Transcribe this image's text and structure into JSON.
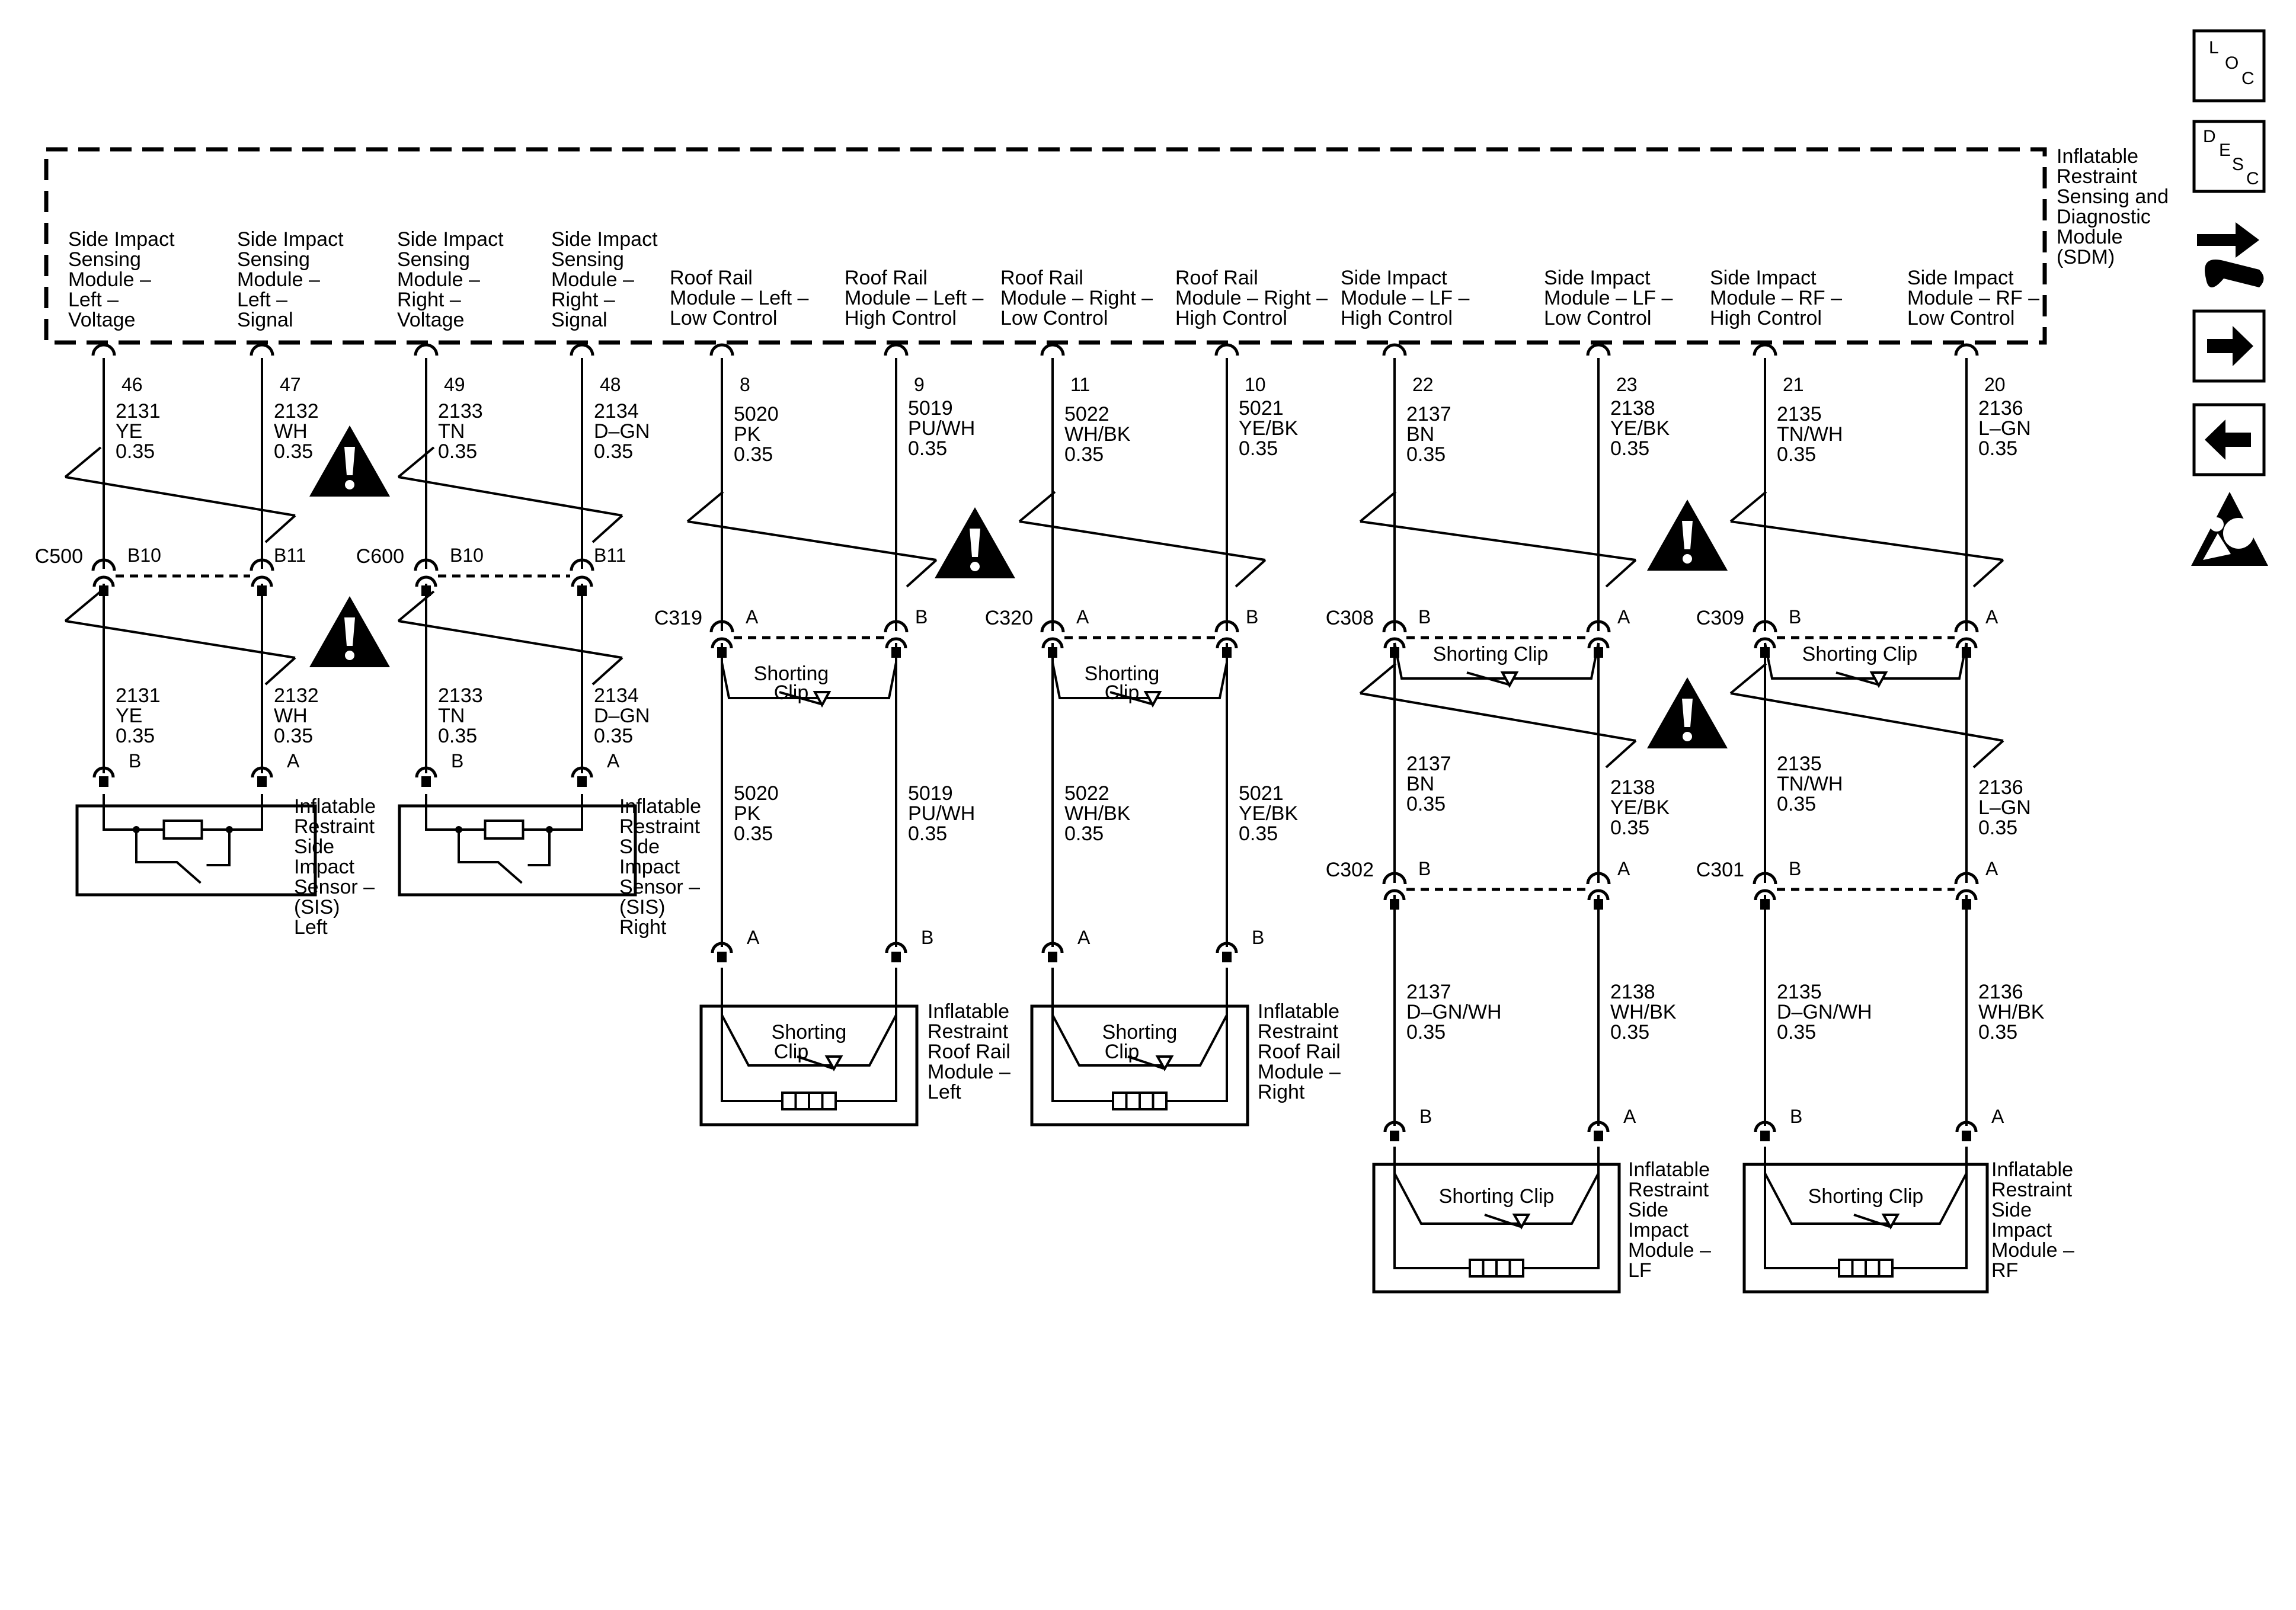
{
  "sdm": {
    "label": [
      "Inflatable",
      "Restraint",
      "Sensing and",
      "Diagnostic",
      "Module",
      "(SDM)"
    ]
  },
  "circuits": [
    {
      "label": [
        "Side Impact",
        "Sensing",
        "Module –",
        "Left –",
        "Voltage"
      ],
      "pin": "46",
      "w1": [
        "2131",
        "YE",
        "0.35"
      ],
      "w2": [
        "2131",
        "YE",
        "0.35"
      ]
    },
    {
      "label": [
        "Side Impact",
        "Sensing",
        "Module –",
        "Left –",
        "Signal"
      ],
      "pin": "47",
      "w1": [
        "2132",
        "WH",
        "0.35"
      ],
      "w2": [
        "2132",
        "WH",
        "0.35"
      ]
    },
    {
      "label": [
        "Side Impact",
        "Sensing",
        "Module –",
        "Right –",
        "Voltage"
      ],
      "pin": "49",
      "w1": [
        "2133",
        "TN",
        "0.35"
      ],
      "w2": [
        "2133",
        "TN",
        "0.35"
      ]
    },
    {
      "label": [
        "Side Impact",
        "Sensing",
        "Module –",
        "Right –",
        "Signal"
      ],
      "pin": "48",
      "w1": [
        "2134",
        "D–GN",
        "0.35"
      ],
      "w2": [
        "2134",
        "D–GN",
        "0.35"
      ]
    },
    {
      "label": [
        "Roof Rail",
        "Module – Left –",
        "Low Control"
      ],
      "pin": "8",
      "w1": [
        "5020",
        "PK",
        "0.35"
      ],
      "w2": [
        "5020",
        "PK",
        "0.35"
      ]
    },
    {
      "label": [
        "Roof Rail",
        "Module – Left –",
        "High Control"
      ],
      "pin": "9",
      "w1": [
        "5019",
        "PU/WH",
        "0.35"
      ],
      "w2": [
        "5019",
        "PU/WH",
        "0.35"
      ]
    },
    {
      "label": [
        "Roof Rail",
        "Module – Right –",
        "Low Control"
      ],
      "pin": "11",
      "w1": [
        "5022",
        "WH/BK",
        "0.35"
      ],
      "w2": [
        "5022",
        "WH/BK",
        "0.35"
      ]
    },
    {
      "label": [
        "Roof Rail",
        "Module – Right –",
        "High Control"
      ],
      "pin": "10",
      "w1": [
        "5021",
        "YE/BK",
        "0.35"
      ],
      "w2": [
        "5021",
        "YE/BK",
        "0.35"
      ]
    },
    {
      "label": [
        "Side Impact",
        "Module – LF –",
        "High Control"
      ],
      "pin": "22",
      "w1": [
        "2137",
        "BN",
        "0.35"
      ],
      "w2": [
        "2137",
        "BN",
        "0.35"
      ],
      "w3": [
        "2137",
        "D–GN/WH",
        "0.35"
      ]
    },
    {
      "label": [
        "Side Impact",
        "Module – LF –",
        "Low Control"
      ],
      "pin": "23",
      "w1": [
        "2138",
        "YE/BK",
        "0.35"
      ],
      "w2": [
        "2138",
        "YE/BK",
        "0.35"
      ],
      "w3": [
        "2138",
        "WH/BK",
        "0.35"
      ]
    },
    {
      "label": [
        "Side Impact",
        "Module – RF –",
        "High Control"
      ],
      "pin": "21",
      "w1": [
        "2135",
        "TN/WH",
        "0.35"
      ],
      "w2": [
        "2135",
        "TN/WH",
        "0.35"
      ],
      "w3": [
        "2135",
        "D–GN/WH",
        "0.35"
      ]
    },
    {
      "label": [
        "Side Impact",
        "Module – RF –",
        "Low Control"
      ],
      "pin": "20",
      "w1": [
        "2136",
        "L–GN",
        "0.35"
      ],
      "w2": [
        "2136",
        "L–GN",
        "0.35"
      ],
      "w3": [
        "2136",
        "WH/BK",
        "0.35"
      ]
    }
  ],
  "connectors": {
    "c500": {
      "name": "C500",
      "a": "B10",
      "b": "B11"
    },
    "c600": {
      "name": "C600",
      "a": "B10",
      "b": "B11"
    },
    "c319": {
      "name": "C319",
      "a": "A",
      "b": "B"
    },
    "c320": {
      "name": "C320",
      "a": "A",
      "b": "B"
    },
    "c308": {
      "name": "C308",
      "a": "B",
      "b": "A"
    },
    "c309": {
      "name": "C309",
      "a": "B",
      "b": "A"
    },
    "c302": {
      "name": "C302",
      "a": "B",
      "b": "A"
    },
    "c301": {
      "name": "C301",
      "a": "B",
      "b": "A"
    }
  },
  "shorting_clip": {
    "two_line": [
      "Shorting",
      "Clip"
    ],
    "one_line": "Shorting Clip"
  },
  "components": {
    "sis_left": {
      "pins": [
        "B",
        "A"
      ],
      "label": [
        "Inflatable",
        "Restraint",
        "Side",
        "Impact",
        "Sensor –",
        "(SIS)",
        "Left"
      ]
    },
    "sis_right": {
      "pins": [
        "B",
        "A"
      ],
      "label": [
        "Inflatable",
        "Restraint",
        "Side",
        "Impact",
        "Sensor –",
        "(SIS)",
        "Right"
      ]
    },
    "roof_left": {
      "pins": [
        "A",
        "B"
      ],
      "label": [
        "Inflatable",
        "Restraint",
        "Roof Rail",
        "Module –",
        "Left"
      ]
    },
    "roof_right": {
      "pins": [
        "A",
        "B"
      ],
      "label": [
        "Inflatable",
        "Restraint",
        "Roof Rail",
        "Module –",
        "Right"
      ]
    },
    "side_lf": {
      "pins": [
        "B",
        "A"
      ],
      "label": [
        "Inflatable",
        "Restraint",
        "Side",
        "Impact",
        "Module –",
        "LF"
      ]
    },
    "side_rf": {
      "pins": [
        "B",
        "A"
      ],
      "label": [
        "Inflatable",
        "Restraint",
        "Side",
        "Impact",
        "Module –",
        "RF"
      ]
    }
  },
  "nav": {
    "loc": [
      "L",
      "O",
      "C"
    ],
    "desc": [
      "D",
      "E",
      "S",
      "C"
    ]
  },
  "icons": {
    "location": "loc-icon",
    "description": "desc-icon",
    "service": "connector-tool-icon",
    "next": "arrow-right-icon",
    "prev": "arrow-left-icon",
    "caution": "warning-icon",
    "airbag": "airbag-icon"
  }
}
